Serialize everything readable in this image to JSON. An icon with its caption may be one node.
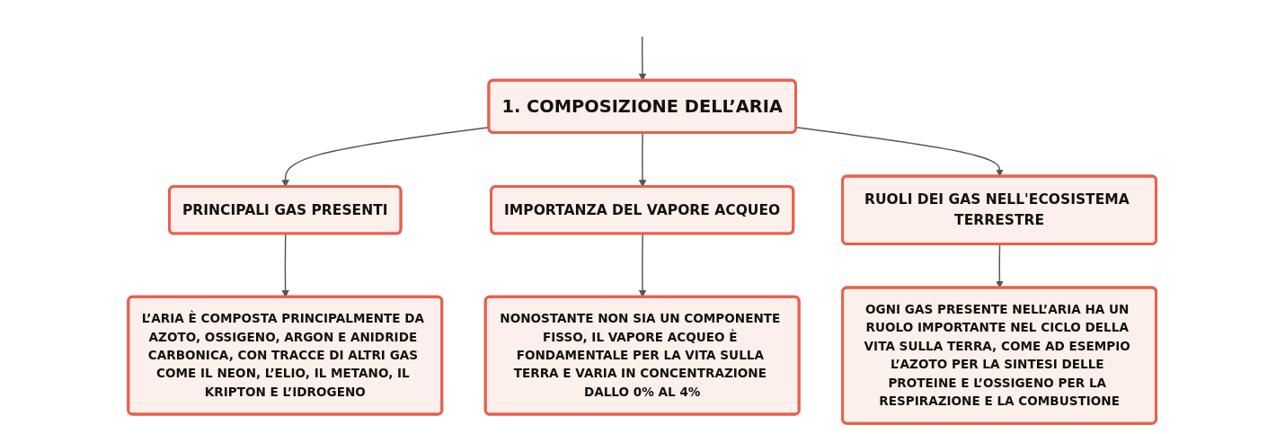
{
  "diagram": {
    "nodes": [
      {
        "text": [
          "1. COMPOSIZIONE DELL’ARIA"
        ]
      },
      {
        "text": [
          "PRINCIPALI GAS PRESENTI"
        ]
      },
      {
        "text": [
          "IMPORTANZA DEL VAPORE ACQUEO"
        ]
      },
      {
        "text": [
          "RUOLI DEI GAS NELL'ECOSISTEMA TERRESTRE"
        ]
      },
      {
        "text": [
          "L’ARIA È COMPOSTA PRINCIPALMENTE DA AZOTO, OSSIGENO, ARGON E ANIDRIDE CARBONICA, CON TRACCE DI ALTRI GAS COME IL NEON, L’ELIO, IL METANO, IL KRIPTON E L’IDROGENO"
        ]
      },
      {
        "text": [
          "NONOSTANTE NON SIA UN COMPONENTE FISSO, IL VAPORE ACQUEO È FONDAMENTALE PER LA VITA SULLA TERRA E VARIA IN CONCENTRAZIONE DALLO 0% AL 4%"
        ]
      },
      {
        "text": [
          "OGNI GAS PRESENTE NELL’ARIA HA UN RUOLO IMPORTANTE NEL CICLO DELLA VITA SULLA TERRA, COME AD ESEMPIO L’AZOTO PER LA SINTESI DELLE PROTEINE E L’OSSIGENO PER LA RESPIRAZIONE E LA COMBUSTIONE"
        ]
      }
    ],
    "edges": [
      {
        "from": null,
        "to": 0,
        "arrow": "to"
      },
      {
        "from": 0,
        "to": 1,
        "arrow": "to"
      },
      {
        "from": 0,
        "to": 2,
        "arrow": "to"
      },
      {
        "from": 0,
        "to": 3,
        "arrow": "to"
      },
      {
        "from": 1,
        "to": 4,
        "arrow": "to"
      },
      {
        "from": 2,
        "to": 5,
        "arrow": "to"
      },
      {
        "from": 3,
        "to": 6,
        "arrow": "to"
      }
    ]
  }
}
